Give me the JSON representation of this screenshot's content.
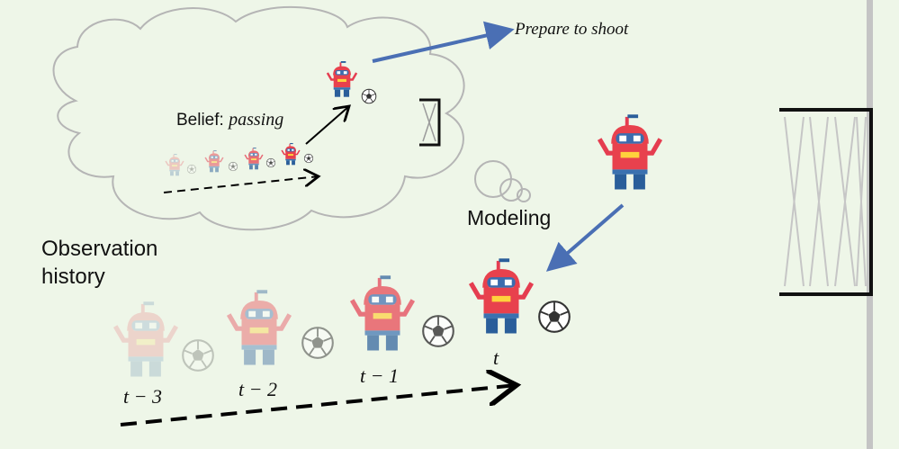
{
  "labels": {
    "prepare": "Prepare to shoot",
    "belief_prefix": "Belief: ",
    "belief_value": "passing",
    "modeling": "Modeling",
    "observation_line1": "Observation",
    "observation_line2": "history"
  },
  "time_steps": [
    "t − 3",
    "t − 2",
    "t − 1",
    "t"
  ],
  "colors": {
    "background": "#eef6e8",
    "arrow_blue": "#4a6fb4",
    "robot_body": "#e8414d",
    "robot_accent": "#ffd23c",
    "robot_legs": "#2a5e9a",
    "robot_arms": "#e53d50",
    "cloud_stroke": "#b5b5b5",
    "wall": "#c4c4c4"
  },
  "icons": [
    "robot-icon",
    "soccer-ball-icon",
    "soccer-goal-icon",
    "thought-cloud-icon"
  ]
}
